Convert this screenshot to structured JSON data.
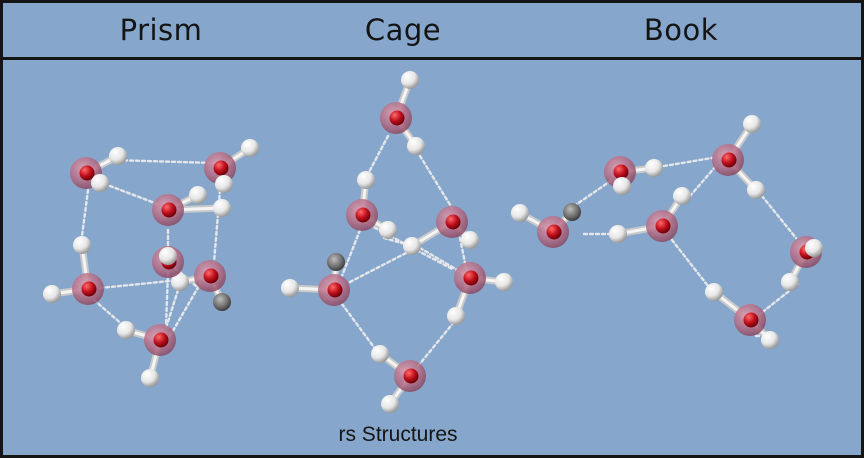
{
  "header": {
    "prism_label": "Prism",
    "cage_label": "Cage",
    "book_label": "Book"
  },
  "caption": "rs Structures",
  "colors": {
    "background": "#86a6cb",
    "border": "#151515",
    "oxygen": "#c3121f",
    "hydrogen": "#f2f2f2",
    "hydrogen_bond": "#e8e8e8"
  },
  "icons": {
    "oxygen_atom": "oxygen-atom-icon",
    "hydrogen_atom": "hydrogen-atom-icon"
  }
}
